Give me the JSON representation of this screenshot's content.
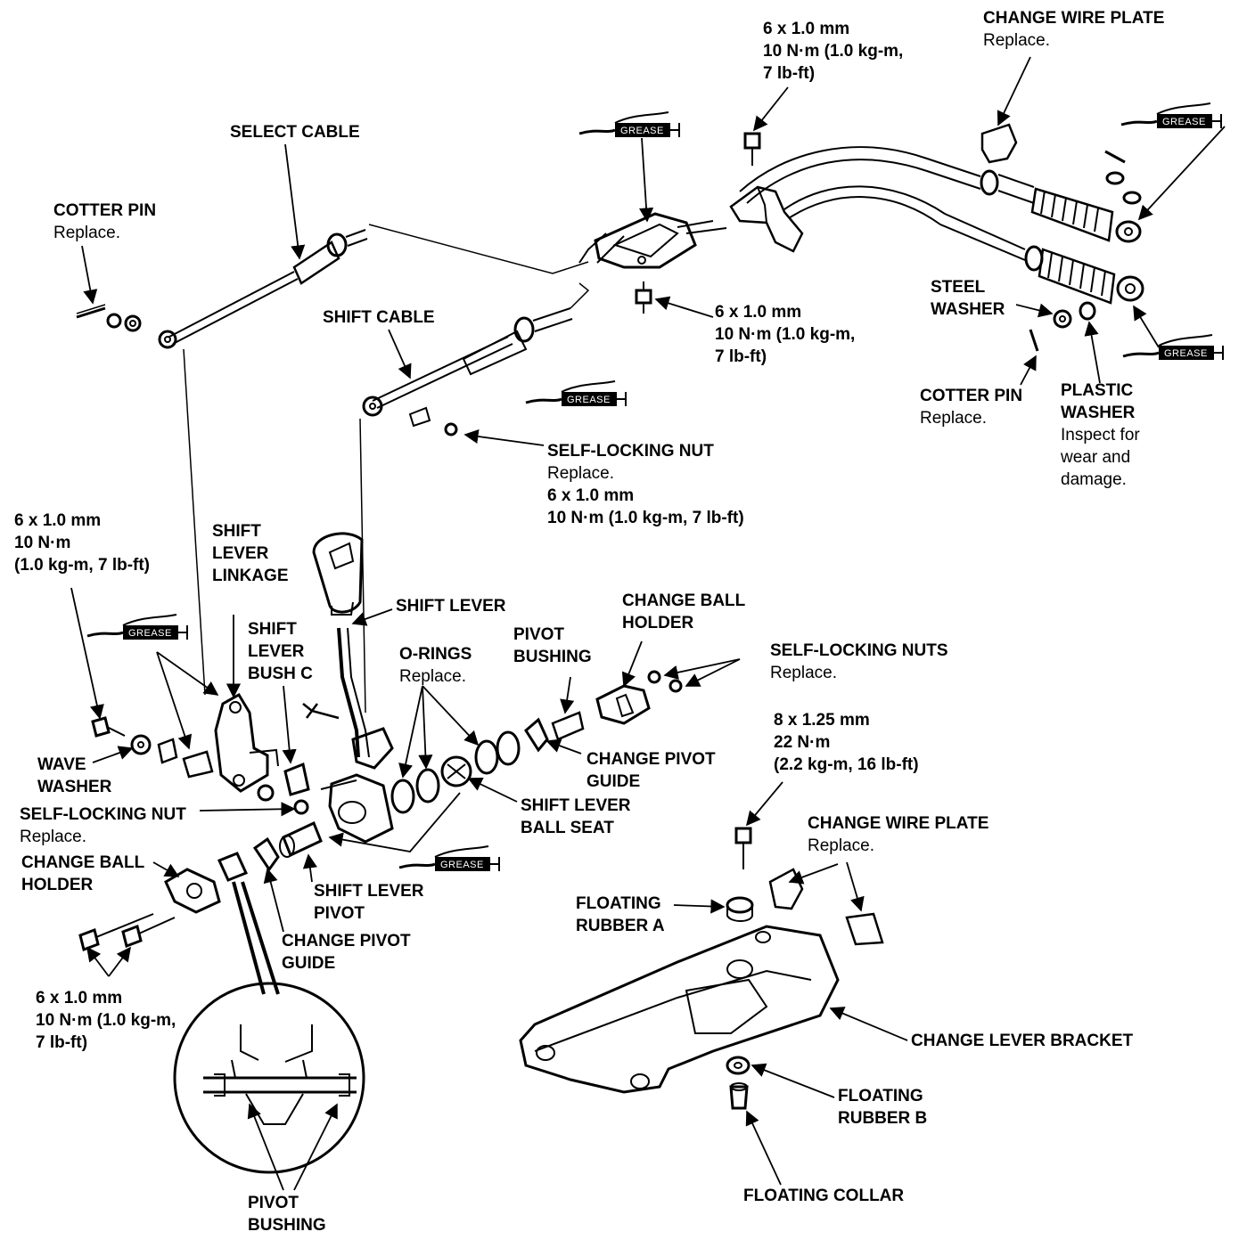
{
  "grease_tag": "GREASE",
  "labels": {
    "bolt_top": [
      "6 x 1.0 mm",
      "10 N·m (1.0 kg-m,",
      "7 lb-ft)"
    ],
    "change_wire_plate_top": [
      "CHANGE WIRE PLATE",
      "Replace."
    ],
    "select_cable": [
      "SELECT CABLE"
    ],
    "cotter_pin_left": [
      "COTTER PIN",
      "Replace."
    ],
    "shift_cable": [
      "SHIFT CABLE"
    ],
    "bolt_mid": [
      "6 x 1.0 mm",
      "10 N·m (1.0 kg-m,",
      "7 lb-ft)"
    ],
    "steel_washer": [
      "STEEL",
      "WASHER"
    ],
    "cotter_pin_right": [
      "COTTER PIN",
      "Replace."
    ],
    "plastic_washer": [
      "PLASTIC",
      "WASHER",
      "Inspect for",
      "wear and",
      "damage."
    ],
    "self_locking_nut_top": [
      "SELF-LOCKING NUT",
      "Replace.",
      "6 x 1.0 mm",
      "10 N·m (1.0 kg-m, 7 lb-ft)"
    ],
    "bolt_left": [
      "6 x 1.0 mm",
      "10 N·m",
      "(1.0 kg-m, 7 lb-ft)"
    ],
    "shift_lever_linkage": [
      "SHIFT",
      "LEVER",
      "LINKAGE"
    ],
    "shift_lever": [
      "SHIFT LEVER"
    ],
    "change_ball_holder_top": [
      "CHANGE BALL",
      "HOLDER"
    ],
    "pivot_bushing_top": [
      "PIVOT",
      "BUSHING"
    ],
    "o_rings": [
      "O-RINGS",
      "Replace."
    ],
    "shift_lever_bush_c": [
      "SHIFT",
      "LEVER",
      "BUSH C"
    ],
    "self_locking_nuts": [
      "SELF-LOCKING NUTS",
      "Replace."
    ],
    "bolt_bracket": [
      "8 x 1.25 mm",
      "22 N·m",
      "(2.2 kg-m, 16 lb-ft)"
    ],
    "change_pivot_guide_right": [
      "CHANGE PIVOT",
      "GUIDE"
    ],
    "shift_lever_ball_seat": [
      "SHIFT LEVER",
      "BALL SEAT"
    ],
    "wave_washer": [
      "WAVE",
      "WASHER"
    ],
    "self_locking_nut_left": [
      "SELF-LOCKING NUT",
      "Replace."
    ],
    "change_wire_plate_bottom": [
      "CHANGE WIRE PLATE",
      "Replace."
    ],
    "change_ball_holder_left": [
      "CHANGE BALL",
      "HOLDER"
    ],
    "shift_lever_pivot": [
      "SHIFT LEVER",
      "PIVOT"
    ],
    "floating_rubber_a": [
      "FLOATING",
      "RUBBER A"
    ],
    "change_pivot_guide_left": [
      "CHANGE PIVOT",
      "GUIDE"
    ],
    "bolt_bottom": [
      "6 x 1.0 mm",
      "10 N·m (1.0 kg-m,",
      "7 lb-ft)"
    ],
    "change_lever_bracket": [
      "CHANGE LEVER BRACKET"
    ],
    "floating_rubber_b": [
      "FLOATING",
      "RUBBER B"
    ],
    "floating_collar": [
      "FLOATING COLLAR"
    ],
    "pivot_bushing_bottom": [
      "PIVOT",
      "BUSHING"
    ]
  }
}
